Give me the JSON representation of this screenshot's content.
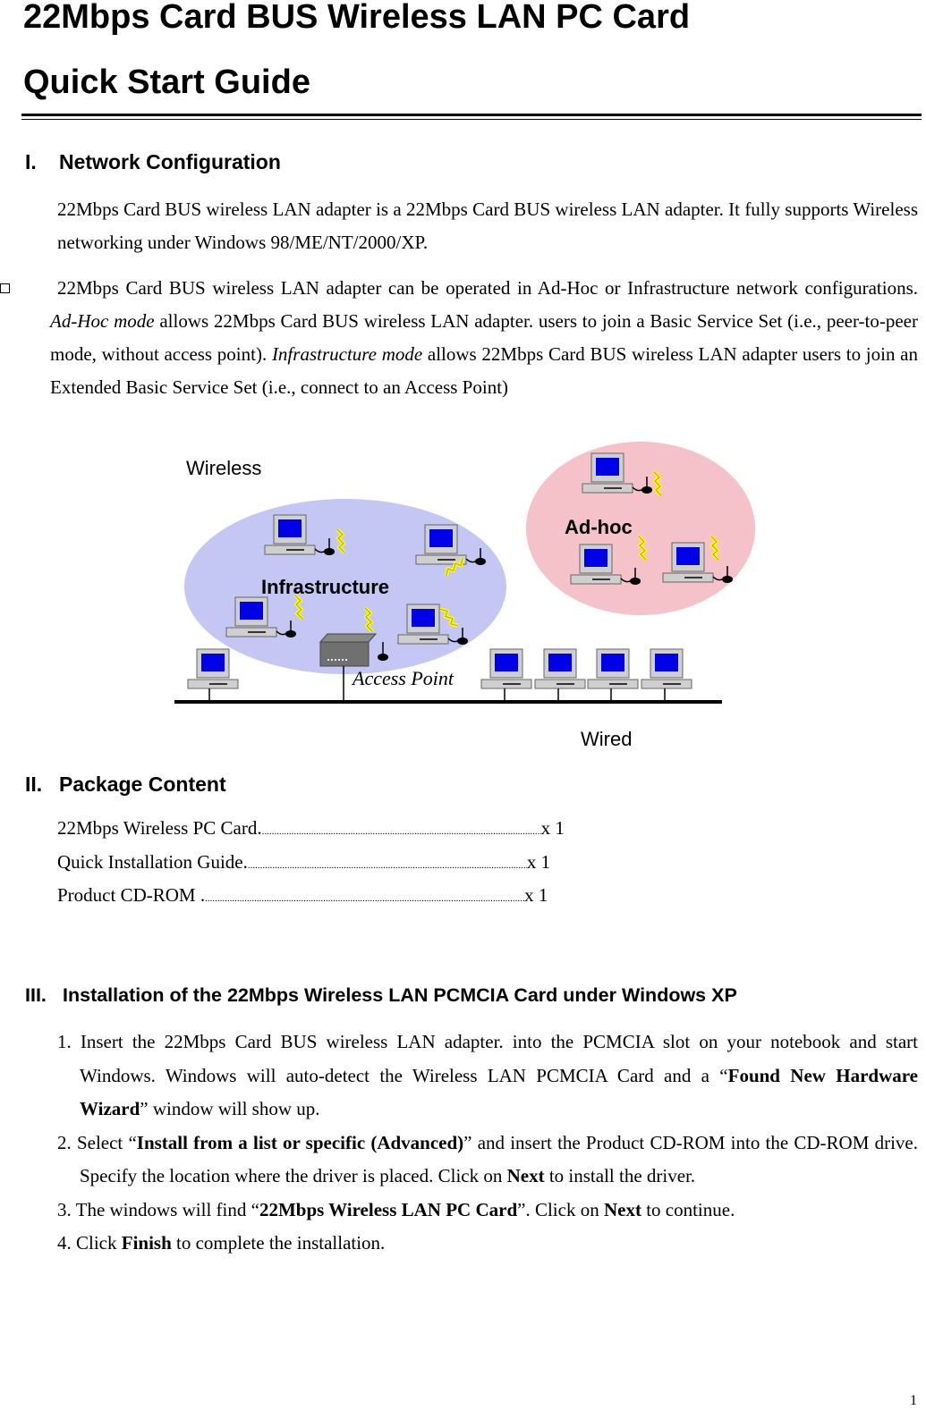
{
  "header": {
    "title_line1": "22Mbps Card BUS Wireless LAN PC Card",
    "title_line2": "Quick Start Guide"
  },
  "section1": {
    "number": "I.",
    "heading": "Network Configuration",
    "para1": "22Mbps Card BUS wireless LAN adapter is a 22Mbps Card BUS wireless LAN adapter.   It fully supports Wireless networking under Windows 98/ME/NT/2000/XP.",
    "para2_a": "22Mbps Card BUS wireless LAN adapter can be operated in Ad-Hoc or Infrastructure network configurations.   ",
    "para2_adhoc": "Ad-Hoc mode",
    "para2_b": " allows 22Mbps Card BUS wireless LAN adapter. users to join a Basic Service Set (i.e., peer-to-peer mode, without access point).   ",
    "para2_infra": "Infrastructure mode",
    "para2_c": " allows 22Mbps Card BUS wireless LAN adapter users to join an Extended Basic Service Set (i.e., connect to an Access Point)"
  },
  "diagram": {
    "wireless_label": "Wireless",
    "infrastructure_label": "Infrastructure",
    "adhoc_label": "Ad-hoc",
    "access_point_label": "Access Point",
    "wired_label": "Wired",
    "colors": {
      "infrastructure_fill": "#c4c6f4",
      "adhoc_fill": "#f4c2c8",
      "screen": "#0000e8",
      "wave": "#ffff00"
    }
  },
  "section2": {
    "number": "II.",
    "heading": "Package Content",
    "items": [
      {
        "name": "22Mbps Wireless PC Card.",
        "qty": "x 1"
      },
      {
        "name": "Quick Installation Guide.",
        "qty": "x 1"
      },
      {
        "name": "Product CD-ROM .",
        "qty": "x 1"
      }
    ]
  },
  "section3": {
    "number": "III.",
    "heading": "Installation of the 22Mbps Wireless LAN PCMCIA Card under Windows XP",
    "step1_a": "1. Insert the 22Mbps Card BUS wireless LAN adapter. into the PCMCIA slot on your notebook and start Windows.   Windows will auto-detect the Wireless LAN PCMCIA Card and a “",
    "step1_bold": "Found New Hardware Wizard",
    "step1_b": "” window will show up.",
    "step2_a": "2. Select “",
    "step2_bold": "Install from a list or specific (Advanced)",
    "step2_b": "” and insert the Product CD-ROM into the CD-ROM drive.   Specify the location where the driver is placed.   Click on ",
    "step2_bold2": "Next",
    "step2_c": " to install the driver.",
    "step3_a": "3. The windows will find “",
    "step3_bold": "22Mbps Wireless LAN PC Card",
    "step3_b": "”.   Click on ",
    "step3_bold2": "Next",
    "step3_c": " to continue.",
    "step4_a": "4. Click ",
    "step4_bold": "Finish",
    "step4_b": " to complete the installation."
  },
  "footer": {
    "page_number": "1"
  }
}
